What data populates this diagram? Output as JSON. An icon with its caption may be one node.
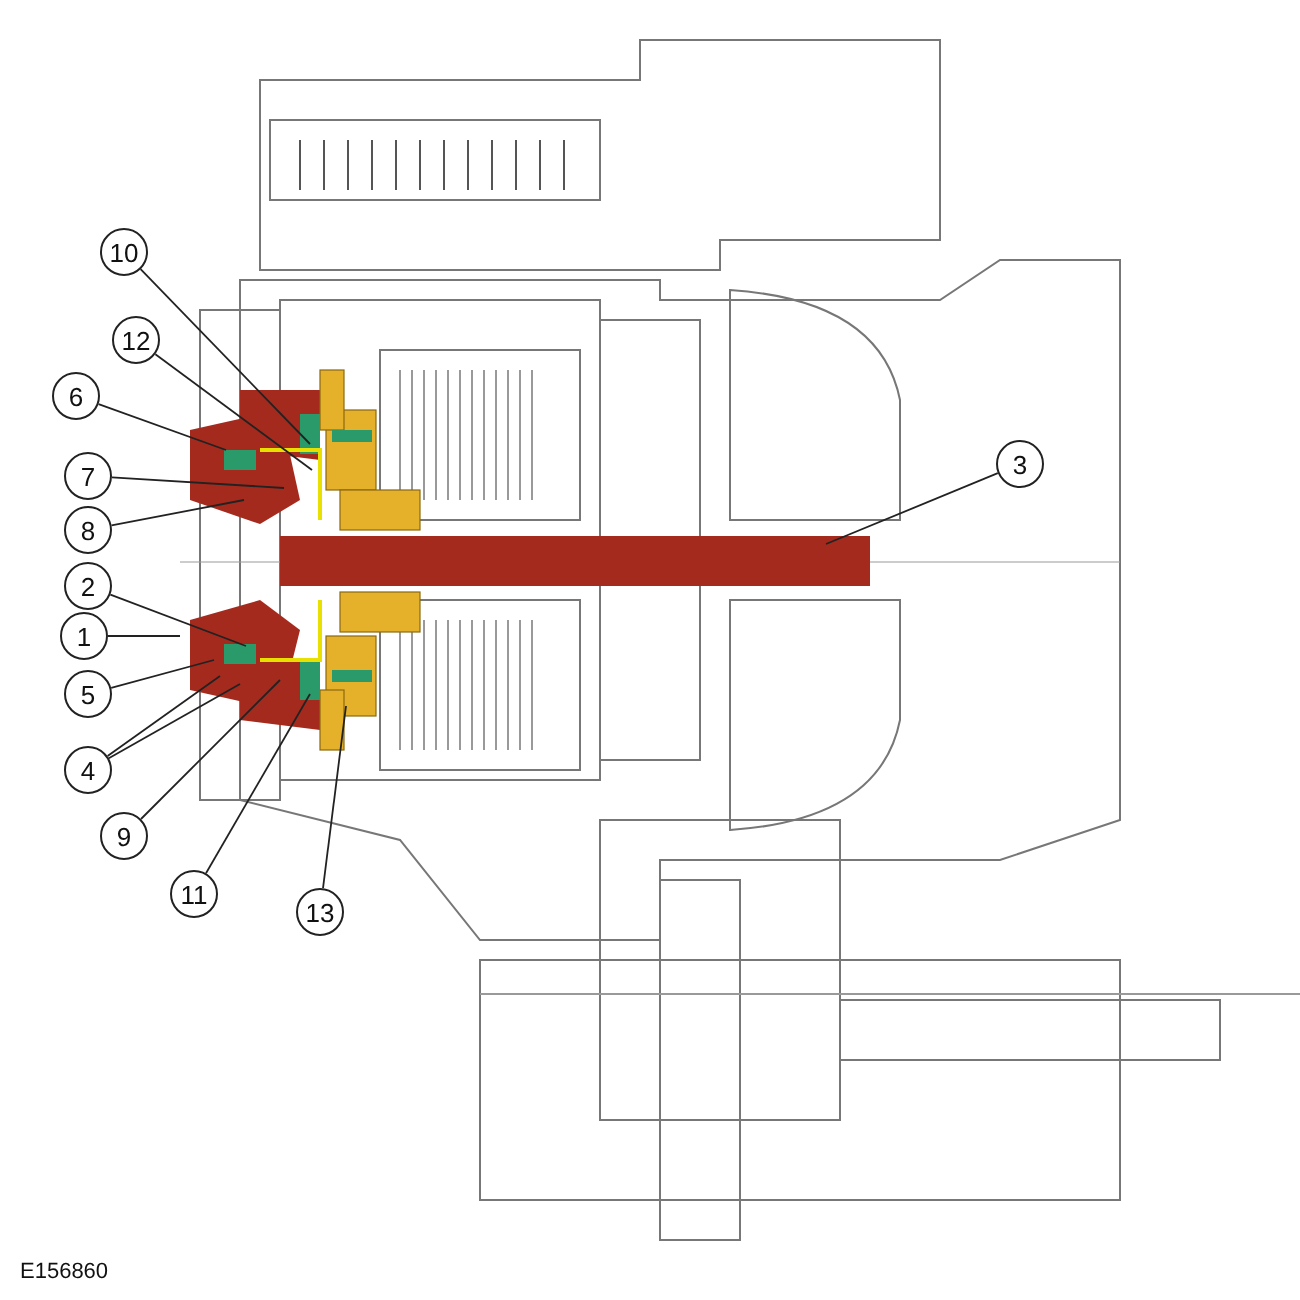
{
  "diagram": {
    "nodes": [
      {
        "text": [
          "10"
        ]
      },
      {
        "text": [
          "12"
        ]
      },
      {
        "text": [
          "6"
        ]
      },
      {
        "text": [
          "3"
        ]
      },
      {
        "text": [
          "7"
        ]
      },
      {
        "text": [
          "8"
        ]
      },
      {
        "text": [
          "2"
        ]
      },
      {
        "text": [
          "1"
        ]
      },
      {
        "text": [
          "5"
        ]
      },
      {
        "text": [
          "4"
        ]
      },
      {
        "text": [
          "9"
        ]
      },
      {
        "text": [
          "11"
        ]
      },
      {
        "text": [
          "13"
        ]
      }
    ],
    "edges": [
      {
        "from": 0,
        "to": null,
        "arrow": "none"
      },
      {
        "from": 1,
        "to": null,
        "arrow": "none"
      },
      {
        "from": 2,
        "to": null,
        "arrow": "none"
      },
      {
        "from": 3,
        "to": null,
        "arrow": "none"
      },
      {
        "from": 4,
        "to": null,
        "arrow": "none"
      },
      {
        "from": 5,
        "to": null,
        "arrow": "none"
      },
      {
        "from": 6,
        "to": null,
        "arrow": "none"
      },
      {
        "from": 7,
        "to": null,
        "arrow": "none"
      },
      {
        "from": 8,
        "to": null,
        "arrow": "none"
      },
      {
        "from": 9,
        "to": null,
        "arrow": "none"
      },
      {
        "from": 9,
        "to": null,
        "arrow": "none"
      },
      {
        "from": 10,
        "to": null,
        "arrow": "none"
      },
      {
        "from": 11,
        "to": null,
        "arrow": "none"
      },
      {
        "from": 12,
        "to": null,
        "arrow": "none"
      }
    ],
    "labels": [
      "E156860"
    ]
  }
}
